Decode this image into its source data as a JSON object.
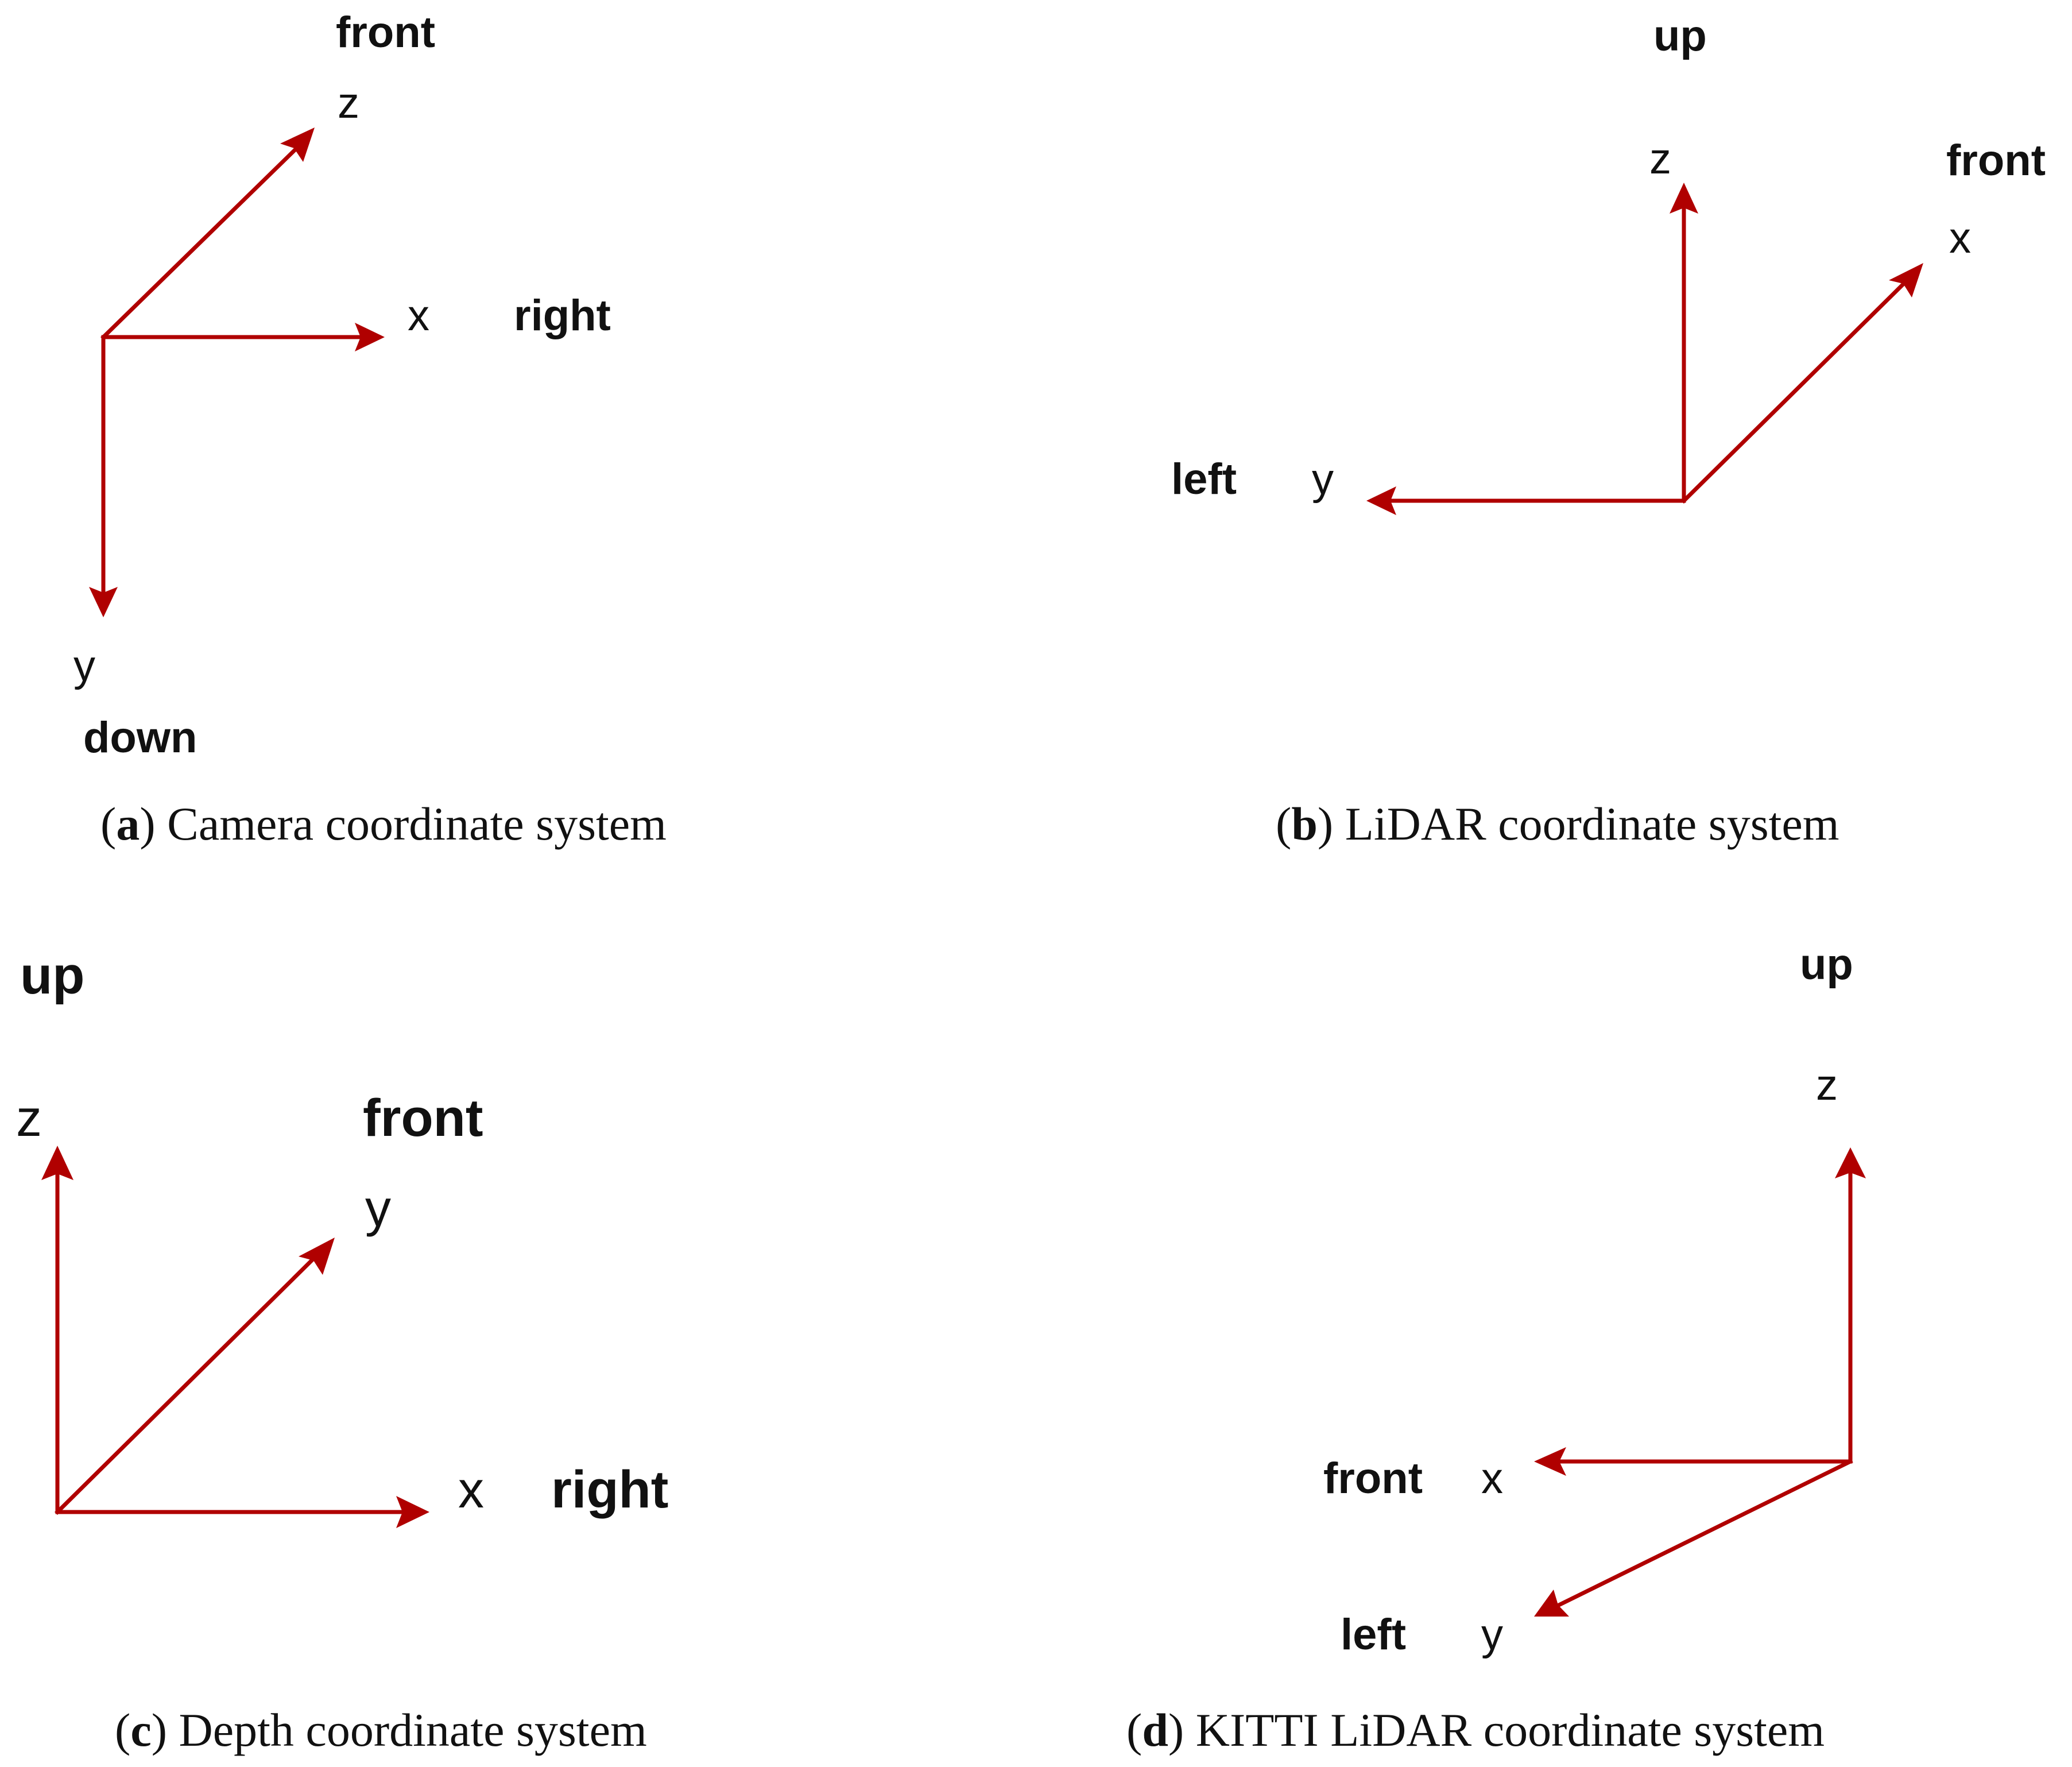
{
  "figure": {
    "arrow_color": "#b00000",
    "text_color": "#111111",
    "panels": [
      {
        "id": "a",
        "caption_letter": "a",
        "caption_text": "Camera coordinate system",
        "axes": [
          {
            "name": "z",
            "direction": "front"
          },
          {
            "name": "x",
            "direction": "right"
          },
          {
            "name": "y",
            "direction": "down"
          }
        ]
      },
      {
        "id": "b",
        "caption_letter": "b",
        "caption_text": "LiDAR coordinate system",
        "axes": [
          {
            "name": "z",
            "direction": "up"
          },
          {
            "name": "x",
            "direction": "front"
          },
          {
            "name": "y",
            "direction": "left"
          }
        ]
      },
      {
        "id": "c",
        "caption_letter": "c",
        "caption_text": "Depth coordinate system",
        "axes": [
          {
            "name": "z",
            "direction": "up"
          },
          {
            "name": "y",
            "direction": "front"
          },
          {
            "name": "x",
            "direction": "right"
          }
        ]
      },
      {
        "id": "d",
        "caption_letter": "d",
        "caption_text": "KITTI LiDAR coordinate system",
        "axes": [
          {
            "name": "z",
            "direction": "up"
          },
          {
            "name": "x",
            "direction": "front"
          },
          {
            "name": "y",
            "direction": "left"
          }
        ]
      }
    ]
  }
}
